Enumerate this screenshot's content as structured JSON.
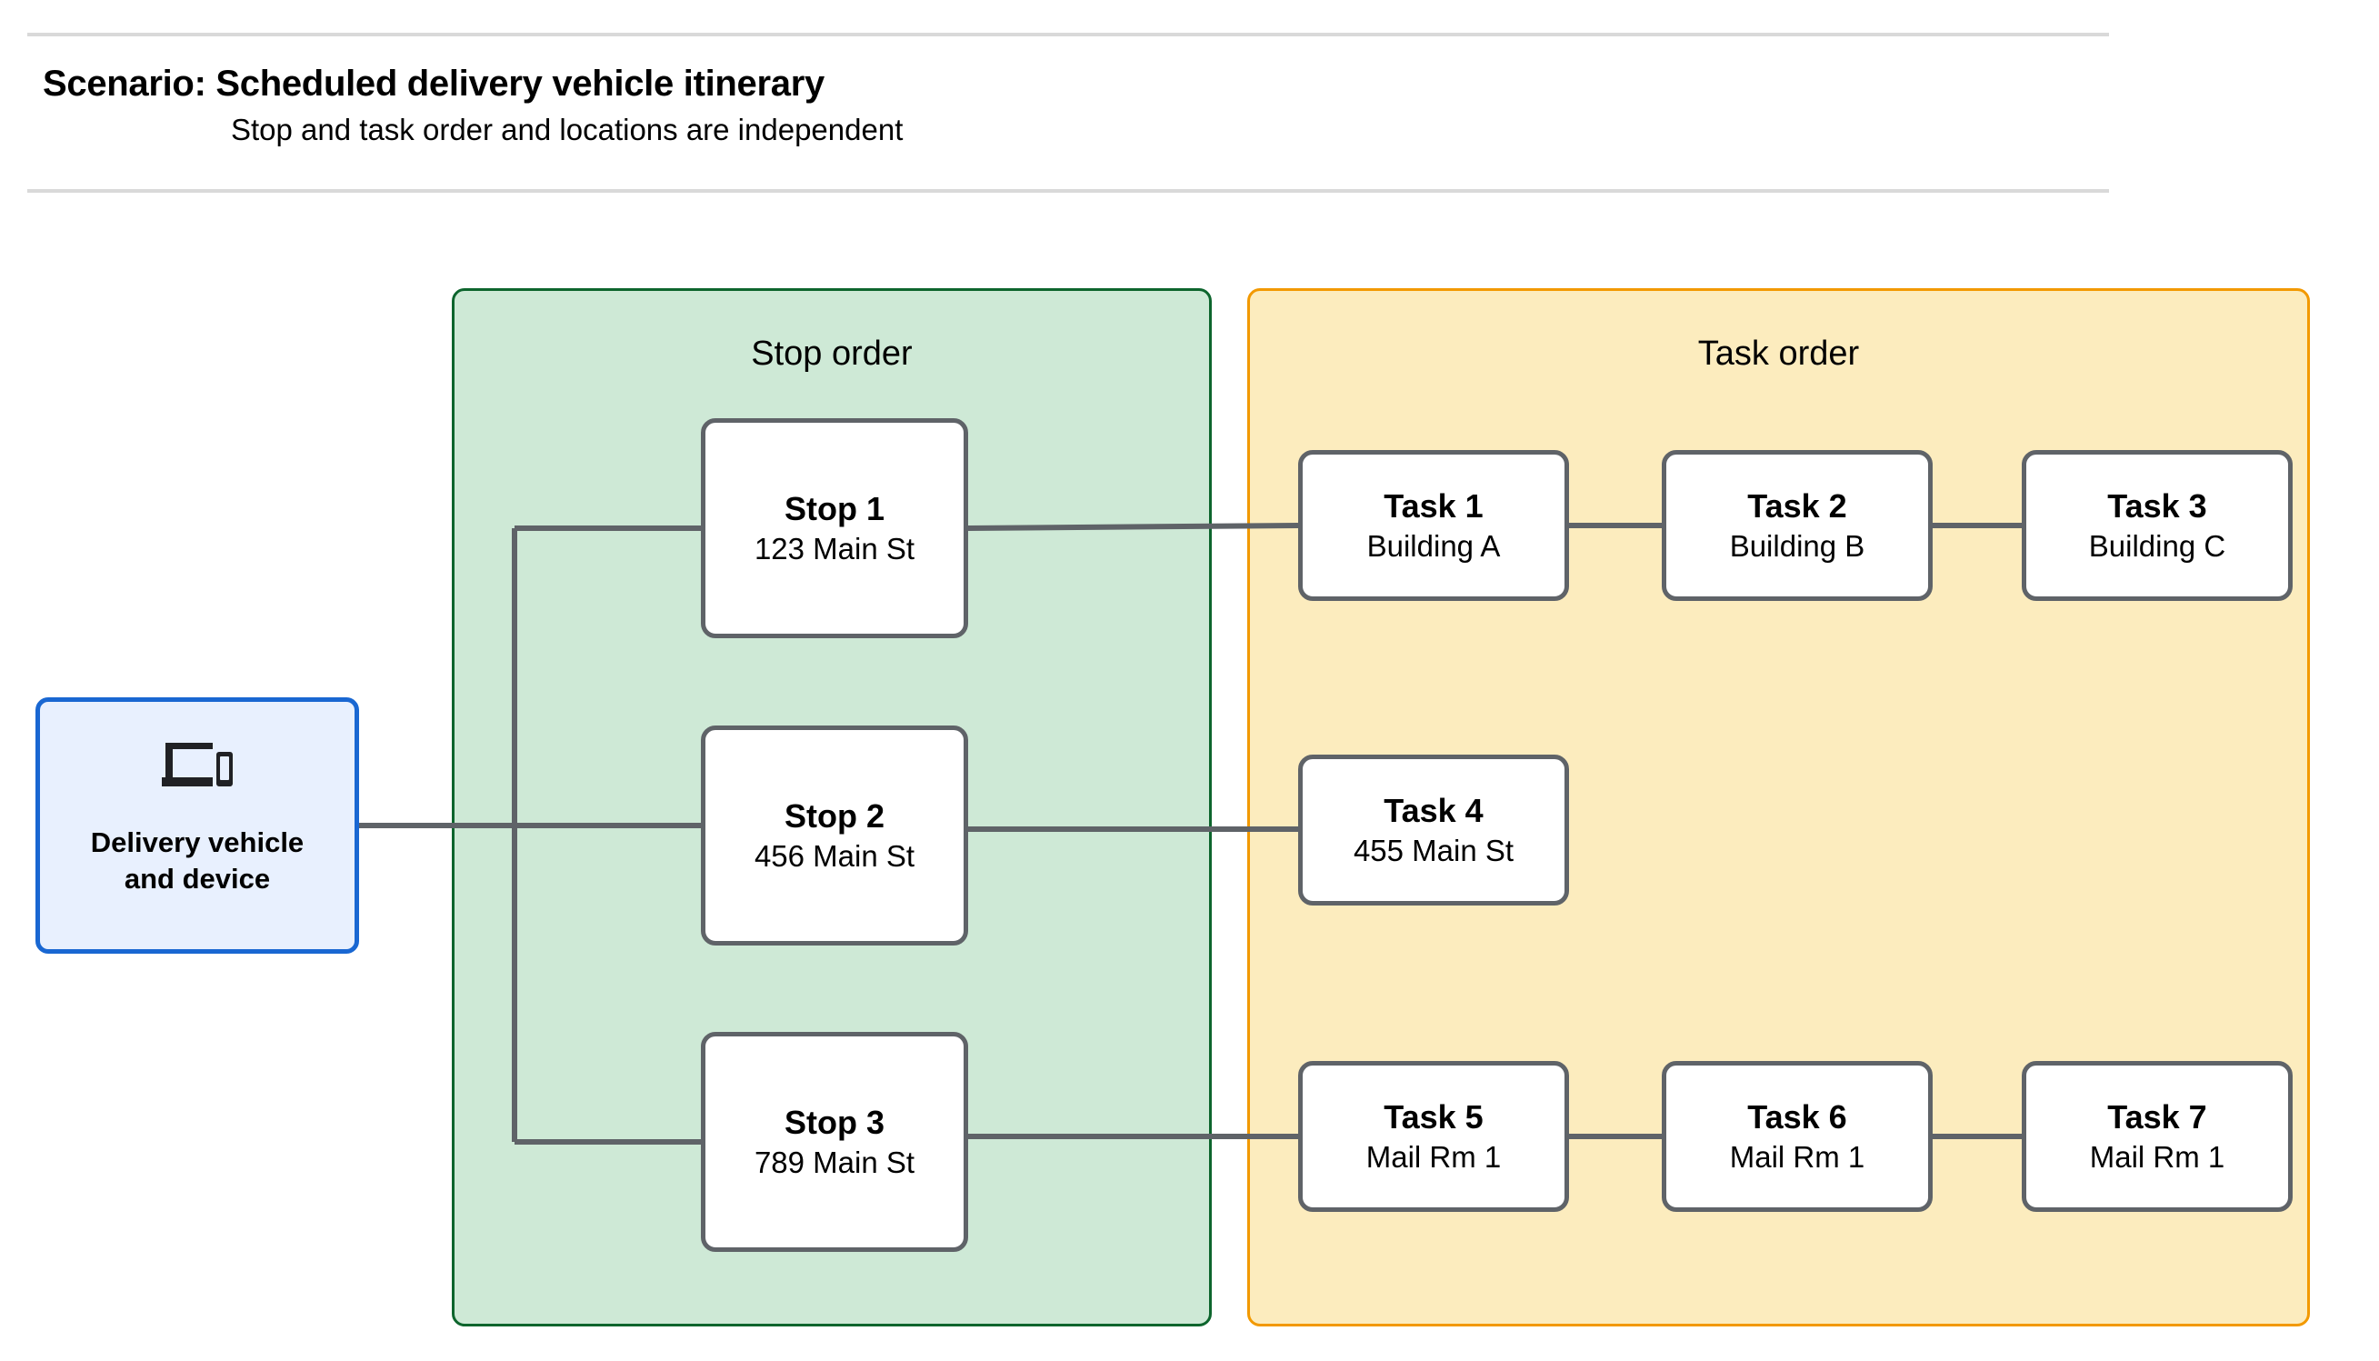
{
  "header": {
    "title": "Scenario: Scheduled delivery vehicle itinerary",
    "subtitle": "Stop and task order and locations are independent"
  },
  "device": {
    "label": "Delivery vehicle\nand device",
    "icon": "devices-icon",
    "border_color": "#1967d2",
    "fill_color": "#e8f0fe"
  },
  "groups": {
    "stop": {
      "title": "Stop order",
      "border_color": "#0d652d",
      "fill_color": "#cee9d6"
    },
    "task": {
      "title": "Task order",
      "border_color": "#f29900",
      "fill_color": "#fcecbe"
    }
  },
  "stops": [
    {
      "title": "Stop 1",
      "address": "123 Main St"
    },
    {
      "title": "Stop 2",
      "address": "456 Main St"
    },
    {
      "title": "Stop 3",
      "address": "789 Main St"
    }
  ],
  "tasks": [
    {
      "title": "Task 1",
      "location": "Building A"
    },
    {
      "title": "Task 2",
      "location": "Building B"
    },
    {
      "title": "Task 3",
      "location": "Building C"
    },
    {
      "title": "Task 4",
      "location": "455 Main St"
    },
    {
      "title": "Task 5",
      "location": "Mail Rm 1"
    },
    {
      "title": "Task 6",
      "location": "Mail Rm 1"
    },
    {
      "title": "Task 7",
      "location": "Mail Rm 1"
    }
  ],
  "style": {
    "node_border_color": "#5f6368",
    "node_fill_color": "#ffffff",
    "connector_color": "#5f6368",
    "rule_color": "#d9d9d9"
  }
}
